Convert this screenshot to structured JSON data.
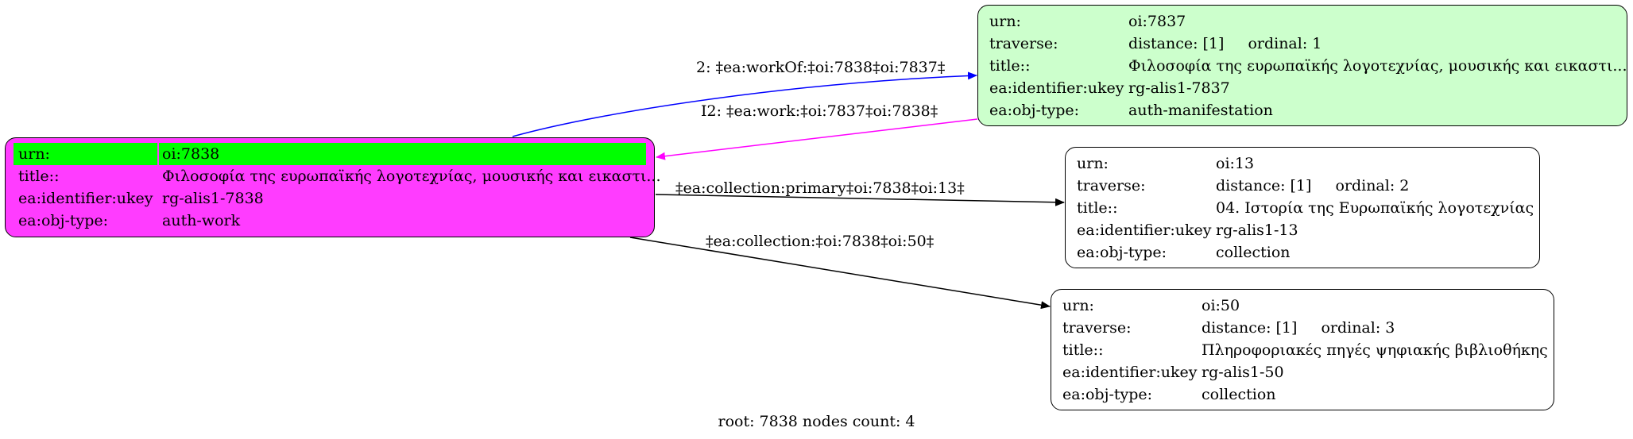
{
  "colors": {
    "root_fill": "#ff3cff",
    "root_highlight": "#00ff00",
    "manifestation_fill": "#ccffcc",
    "collection_fill": "#ffffff",
    "edge_workOf": "#0000ff",
    "edge_work": "#ff00ff",
    "edge_collection": "#000000"
  },
  "root_node": {
    "urn_key": "urn:",
    "urn_val": "oi:7838",
    "title_key": "title::",
    "title_val": "Φιλοσοφία της ευρωπαϊκής λογοτεχνίας, μουσικής και εικαστι...",
    "ukey_key": "ea:identifier:ukey",
    "ukey_val": "rg-alis1-7838",
    "type_key": "ea:obj-type:",
    "type_val": "auth-work"
  },
  "node_7837": {
    "urn_key": "urn:",
    "urn_val": "oi:7837",
    "traverse_key": "traverse:",
    "distance": "distance: [1]",
    "ordinal": "ordinal: 1",
    "title_key": "title::",
    "title_val": "Φιλοσοφία της ευρωπαϊκής λογοτεχνίας, μουσικής και εικαστι...",
    "ukey_key": "ea:identifier:ukey",
    "ukey_val": "rg-alis1-7837",
    "type_key": "ea:obj-type:",
    "type_val": "auth-manifestation"
  },
  "node_13": {
    "urn_key": "urn:",
    "urn_val": "oi:13",
    "traverse_key": "traverse:",
    "distance": "distance: [1]",
    "ordinal": "ordinal: 2",
    "title_key": "title::",
    "title_val": "04. Ιστορία της Ευρωπαϊκής λογοτεχνίας",
    "ukey_key": "ea:identifier:ukey",
    "ukey_val": "rg-alis1-13",
    "type_key": "ea:obj-type:",
    "type_val": "collection"
  },
  "node_50": {
    "urn_key": "urn:",
    "urn_val": "oi:50",
    "traverse_key": "traverse:",
    "distance": "distance: [1]",
    "ordinal": "ordinal: 3",
    "title_key": "title::",
    "title_val": "Πληροφοριακές πηγές ψηφιακής βιβλιοθήκης",
    "ukey_key": "ea:identifier:ukey",
    "ukey_val": "rg-alis1-50",
    "type_key": "ea:obj-type:",
    "type_val": "collection"
  },
  "edges": {
    "workOf": "2: ‡ea:workOf:‡oi:7838‡oi:7837‡",
    "work": "I2: ‡ea:work:‡oi:7837‡oi:7838‡",
    "collection_primary": "‡ea:collection:primary‡oi:7838‡oi:13‡",
    "collection": "‡ea:collection:‡oi:7838‡oi:50‡"
  },
  "footer": "root: 7838 nodes count: 4"
}
